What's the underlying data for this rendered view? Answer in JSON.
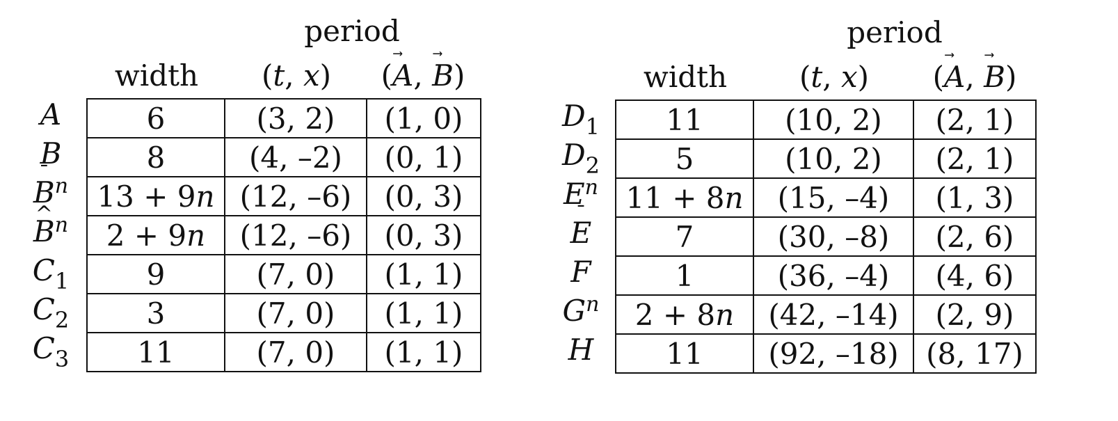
{
  "left_table": {
    "header_group": "period",
    "columns": [
      "width",
      "(t, x)",
      "(A, B)"
    ],
    "rows": [
      {
        "label": "A",
        "width": "6",
        "tx": "(3, 2)",
        "ab": "(1, 0)"
      },
      {
        "label": "B",
        "width": "8",
        "tx": "(4, –2)",
        "ab": "(0, 1)"
      },
      {
        "label": "B̄ⁿ",
        "width": "13 + 9n",
        "tx": "(12, –6)",
        "ab": "(0, 3)"
      },
      {
        "label": "B̂ⁿ",
        "width": "2 + 9n",
        "tx": "(12, –6)",
        "ab": "(0, 3)"
      },
      {
        "label": "C1",
        "width": "9",
        "tx": "(7, 0)",
        "ab": "(1, 1)"
      },
      {
        "label": "C2",
        "width": "3",
        "tx": "(7, 0)",
        "ab": "(1, 1)"
      },
      {
        "label": "C3",
        "width": "11",
        "tx": "(7, 0)",
        "ab": "(1, 1)"
      }
    ]
  },
  "right_table": {
    "header_group": "period",
    "columns": [
      "width",
      "(t, x)",
      "(A, B)"
    ],
    "rows": [
      {
        "label": "D1",
        "width": "11",
        "tx": "(10, 2)",
        "ab": "(2, 1)"
      },
      {
        "label": "D2",
        "width": "5",
        "tx": "(10, 2)",
        "ab": "(2, 1)"
      },
      {
        "label": "Eⁿ",
        "width": "11 + 8n",
        "tx": "(15, –4)",
        "ab": "(1, 3)"
      },
      {
        "label": "Ē",
        "width": "7",
        "tx": "(30, –8)",
        "ab": "(2, 6)"
      },
      {
        "label": "F",
        "width": "1",
        "tx": "(36, –4)",
        "ab": "(4, 6)"
      },
      {
        "label": "Gⁿ",
        "width": "2 + 8n",
        "tx": "(42, –14)",
        "ab": "(2, 9)"
      },
      {
        "label": "H",
        "width": "11",
        "tx": "(92, –18)",
        "ab": "(8, 17)"
      }
    ]
  }
}
